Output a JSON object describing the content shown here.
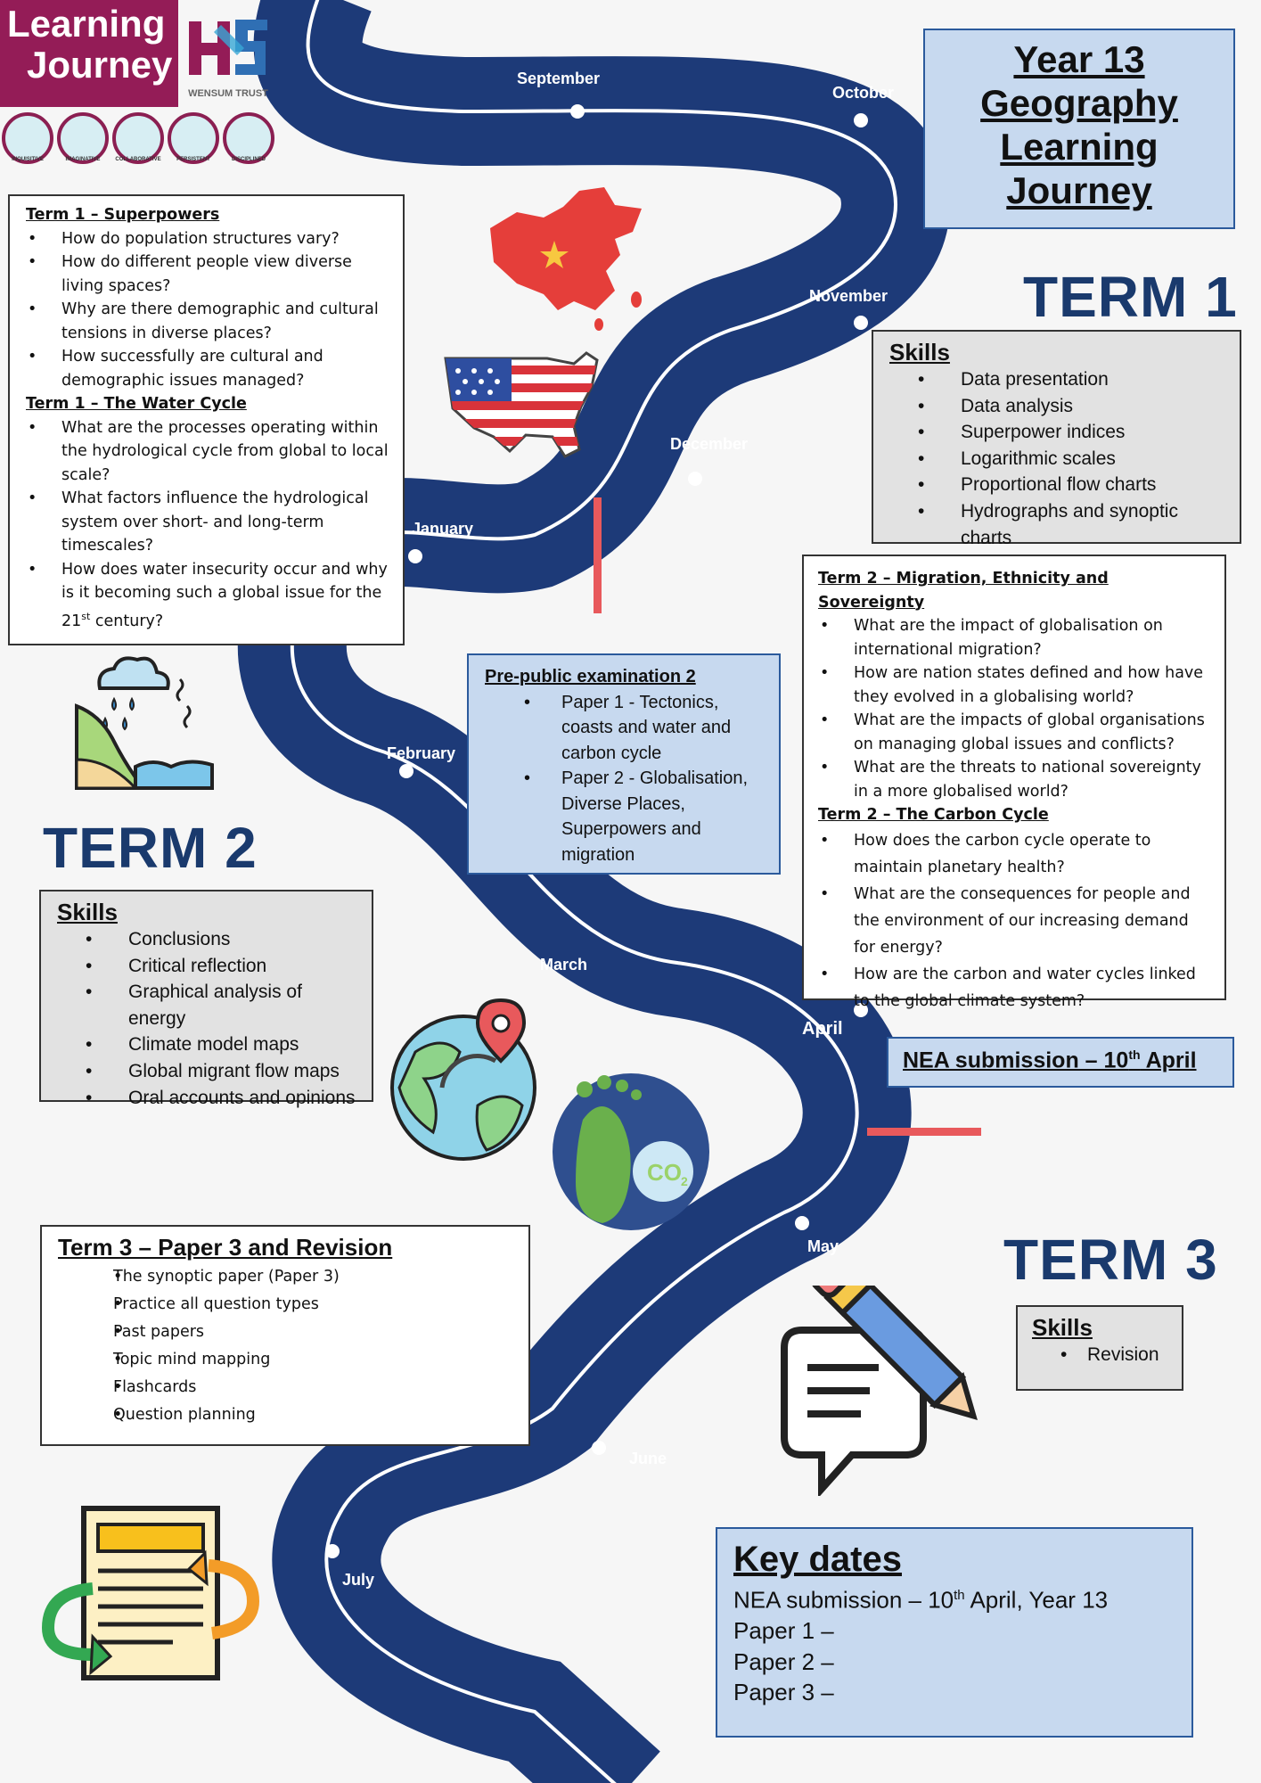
{
  "logo": {
    "line1": "Learning",
    "line2": "Journey",
    "trust": "WENSUM TRUST"
  },
  "values": [
    "INQUISITIVE",
    "IMAGINATIVE",
    "COLLABORATIVE",
    "PERSISTENT",
    "DISCIPLINED"
  ],
  "title": [
    "Year 13",
    "Geography",
    "Learning",
    "Journey"
  ],
  "months": [
    "September",
    "October",
    "November",
    "December",
    "January",
    "February",
    "March",
    "April",
    "May",
    "June",
    "July"
  ],
  "terms": {
    "term1": "TERM 1",
    "term2": "TERM 2",
    "term3": "TERM 3"
  },
  "term1_box": {
    "heading1": "Term 1 – Superpowers",
    "items1": [
      "How do population structures vary?",
      "How do different people view diverse living spaces?",
      "Why are there demographic and cultural tensions in diverse places?",
      "How successfully are cultural and demographic issues managed?"
    ],
    "heading2": "Term 1 – The Water Cycle",
    "items2": [
      "What are the processes operating within the hydrological cycle from global to local scale?",
      "What factors influence the hydrological system over short- and long-term timescales?",
      "How does water insecurity occur and why is it becoming such a global issue for the 21st century?"
    ]
  },
  "term1_skills": {
    "heading": "Skills",
    "items": [
      "Data presentation",
      "Data analysis",
      "Superpower indices",
      "Logarithmic scales",
      "Proportional flow charts",
      "Hydrographs and synoptic charts"
    ]
  },
  "term2_box": {
    "heading1": "Term 2 – Migration, Ethnicity and Sovereignty",
    "items1": [
      "What are the impact of globalisation on international migration?",
      "How are nation states defined and how have they evolved in a globalising world?",
      "What are the impacts of global organisations on managing global issues and conflicts?",
      "What are the threats to national sovereignty in a more globalised world?"
    ],
    "heading2": "Term 2 – The Carbon Cycle",
    "items2": [
      "How does the carbon cycle operate to maintain planetary health?",
      "What are the consequences for people and the environment of our increasing demand for energy?",
      "How are the carbon and water cycles linked to the global climate system?"
    ]
  },
  "ppe": {
    "heading": "Pre-public examination 2",
    "items": [
      "Paper 1 - Tectonics, coasts and water and carbon cycle",
      "Paper 2 - Globalisation, Diverse Places, Superpowers and migration"
    ]
  },
  "term2_skills": {
    "heading": "Skills",
    "items": [
      "Conclusions",
      "Critical reflection",
      "Graphical analysis of energy",
      "Climate model maps",
      "Global migrant flow maps",
      "Oral accounts and opinions"
    ]
  },
  "nea": {
    "text": "NEA submission – 10",
    "sup": "th",
    "tail": " April"
  },
  "term3_box": {
    "heading": "Term 3 – Paper 3 and Revision",
    "items": [
      "The synoptic paper (Paper 3)",
      "Practice all question types",
      "Past papers",
      "Topic mind mapping",
      "Flashcards",
      "Question planning"
    ]
  },
  "term3_skills": {
    "heading": "Skills",
    "items": [
      "Revision"
    ]
  },
  "key_dates": {
    "heading": "Key dates",
    "nea_pre": "NEA submission – 10",
    "nea_sup": "th",
    "nea_post": " April, Year 13",
    "paper1": "Paper 1 –",
    "paper2": "Paper 2 –",
    "paper3": "Paper 3 –"
  },
  "colors": {
    "road": "#1d3a78",
    "accent": "#e8595c",
    "term_text": "#1a3a6d",
    "logo_bg": "#941c57",
    "blue_box": "#c7d9ef"
  },
  "icons": [
    "china-map-icon",
    "usa-flag-map-icon",
    "rain-cliff-icon",
    "globe-pin-icon",
    "carbon-footprint-icon",
    "pencil-message-icon",
    "revision-document-icon"
  ]
}
